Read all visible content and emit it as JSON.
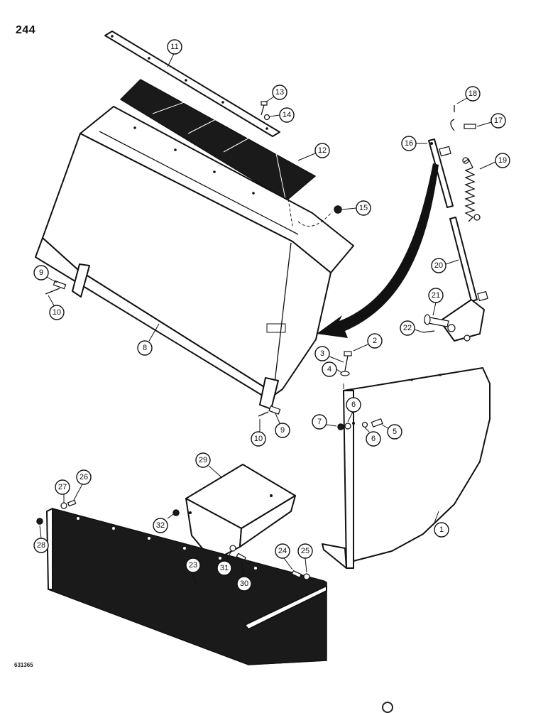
{
  "page_number": "244",
  "drawing_code": "631365",
  "callouts": [
    "1",
    "2",
    "3",
    "4",
    "5",
    "6",
    "6",
    "7",
    "8",
    "9",
    "9",
    "10",
    "10",
    "11",
    "12",
    "13",
    "14",
    "15",
    "16",
    "17",
    "18",
    "19",
    "20",
    "21",
    "22",
    "23",
    "24",
    "25",
    "26",
    "27",
    "28",
    "29",
    "30",
    "31",
    "32"
  ],
  "colors": {
    "ink": "#111111",
    "paper": "#ffffff"
  }
}
